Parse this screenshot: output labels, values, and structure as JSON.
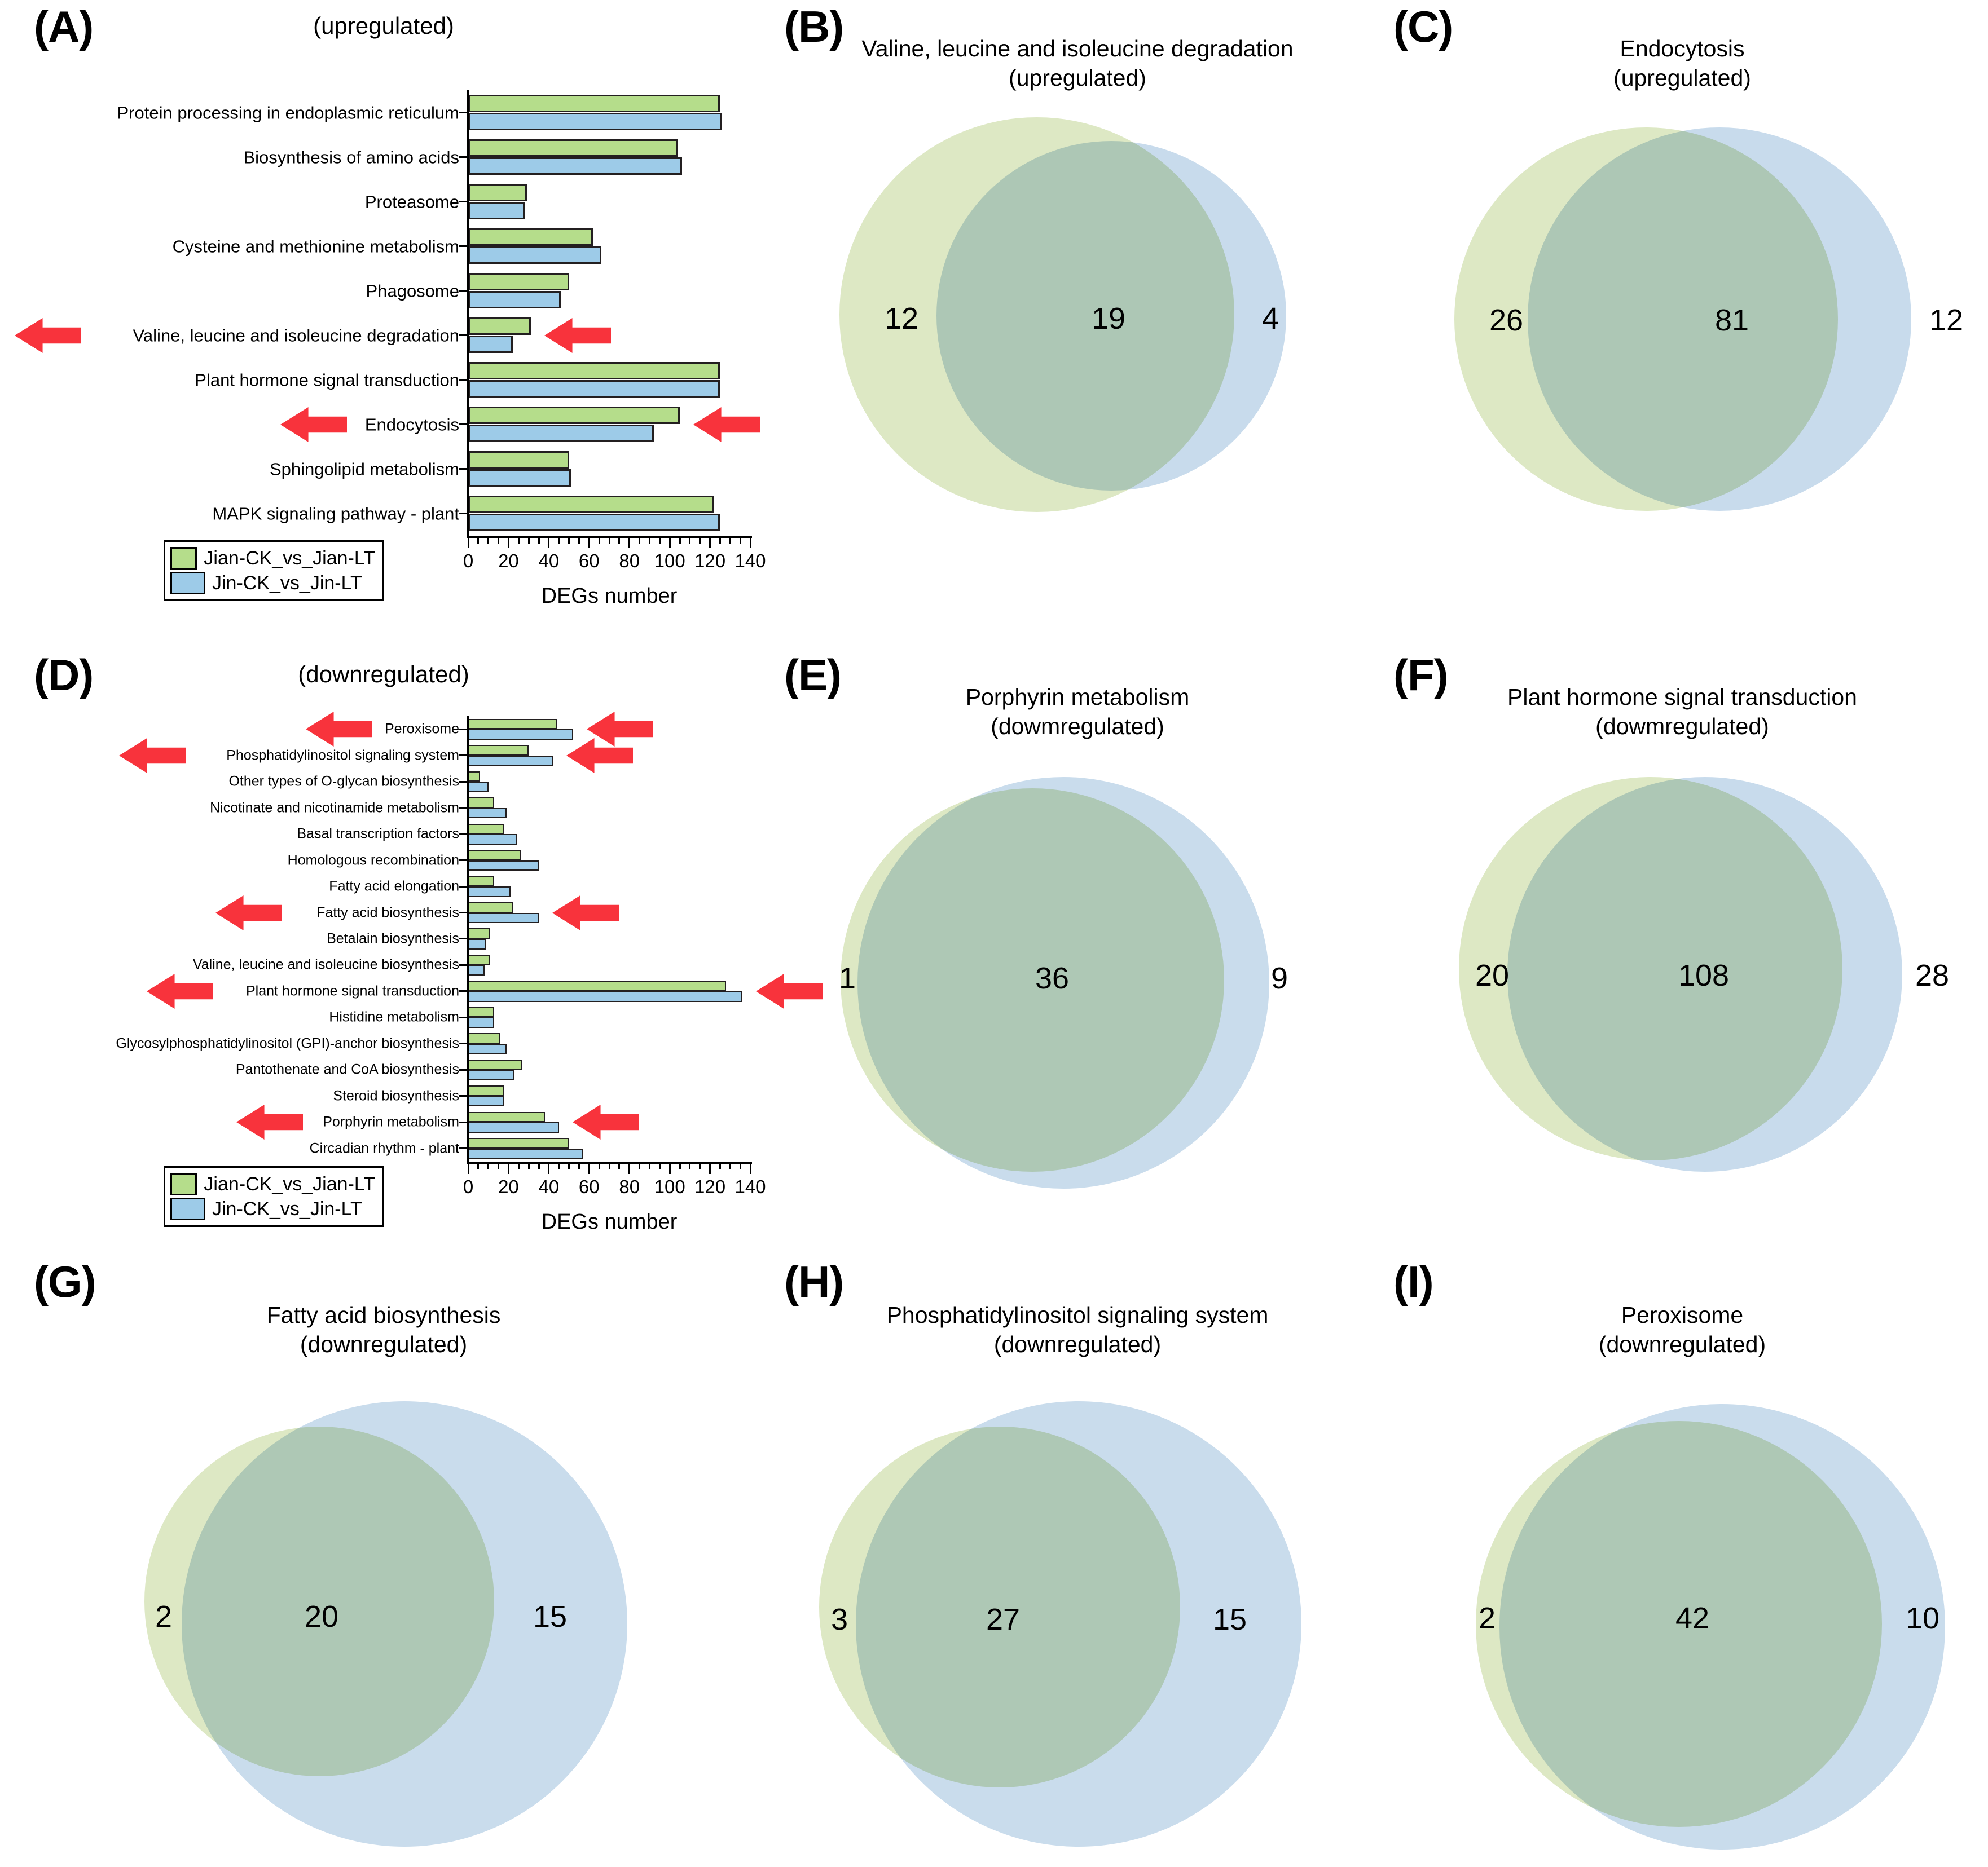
{
  "figure": {
    "series": [
      {
        "key": "jian",
        "label": "Jian-CK_vs_Jian-LT",
        "color": "#b5dd8b"
      },
      {
        "key": "jin",
        "label": "Jin-CK_vs_Jin-LT",
        "color": "#9dcbe8"
      }
    ],
    "arrow_color": "#f8333c",
    "venn_green": "#dde8c4",
    "venn_blue": "#bcd3e8",
    "venn_overlap": "#aecbc9"
  },
  "panels": {
    "A": {
      "letter": "(A)",
      "title": "(upregulated)"
    },
    "B": {
      "letter": "(B)",
      "title_line1": "Valine, leucine and isoleucine degradation",
      "title_line2": "(upregulated)"
    },
    "C": {
      "letter": "(C)",
      "title_line1": "Endocytosis",
      "title_line2": "(upregulated)"
    },
    "D": {
      "letter": "(D)",
      "title": "(downregulated)"
    },
    "E": {
      "letter": "(E)",
      "title_line1": "Porphyrin metabolism",
      "title_line2": "(dowmregulated)"
    },
    "F": {
      "letter": "(F)",
      "title_line1": "Plant hormone signal transduction",
      "title_line2": "(dowmregulated)"
    },
    "G": {
      "letter": "(G)",
      "title_line1": "Fatty acid biosynthesis",
      "title_line2": "(downregulated)"
    },
    "H": {
      "letter": "(H)",
      "title_line1": "Phosphatidylinositol signaling system",
      "title_line2": "(downregulated)"
    },
    "I": {
      "letter": "(I)",
      "title_line1": "Peroxisome",
      "title_line2": "(downregulated)"
    }
  },
  "chart_data": [
    {
      "panel": "A",
      "type": "bar",
      "orientation": "horizontal",
      "title": "(upregulated)",
      "xlabel": "DEGs number",
      "ylabel": "",
      "xlim": [
        0,
        140
      ],
      "xticks": [
        0,
        20,
        40,
        60,
        80,
        100,
        120,
        140
      ],
      "xticklabels": [
        "0",
        "20",
        "40",
        "60",
        "80",
        "100",
        "120",
        "140"
      ],
      "grid": false,
      "legend_position": "bottom-left",
      "categories": [
        "Protein processing in endoplasmic reticulum",
        "Biosynthesis of amino acids",
        "Proteasome",
        "Cysteine and methionine metabolism",
        "Phagosome",
        "Valine, leucine and isoleucine degradation",
        "Plant hormone signal transduction",
        "Endocytosis",
        "Sphingolipid metabolism",
        "MAPK signaling pathway - plant"
      ],
      "series": [
        {
          "name": "Jian-CK_vs_Jian-LT",
          "values": [
            125,
            104,
            29,
            62,
            50,
            31,
            125,
            105,
            50,
            122
          ]
        },
        {
          "name": "Jin-CK_vs_Jin-LT",
          "values": [
            126,
            106,
            28,
            66,
            46,
            22,
            125,
            92,
            51,
            125
          ]
        }
      ],
      "annotated_categories": [
        "Valine, leucine and isoleucine degradation",
        "Endocytosis"
      ]
    },
    {
      "panel": "D",
      "type": "bar",
      "orientation": "horizontal",
      "title": "(downregulated)",
      "xlabel": "DEGs number",
      "ylabel": "",
      "xlim": [
        0,
        140
      ],
      "xticks": [
        0,
        20,
        40,
        60,
        80,
        100,
        120,
        140
      ],
      "xticklabels": [
        "0",
        "20",
        "40",
        "60",
        "80",
        "100",
        "120",
        "140"
      ],
      "grid": false,
      "legend_position": "bottom-left",
      "categories": [
        "Peroxisome",
        "Phosphatidylinositol signaling system",
        "Other types of O-glycan biosynthesis",
        "Nicotinate and nicotinamide metabolism",
        "Basal transcription factors",
        "Homologous recombination",
        "Fatty acid elongation",
        "Fatty acid biosynthesis",
        "Betalain biosynthesis",
        "Valine, leucine and isoleucine biosynthesis",
        "Plant hormone signal transduction",
        "Histidine metabolism",
        "Glycosylphosphatidylinositol (GPI)-anchor biosynthesis",
        "Pantothenate and CoA biosynthesis",
        "Steroid biosynthesis",
        "Porphyrin metabolism",
        "Circadian rhythm - plant"
      ],
      "series": [
        {
          "name": "Jian-CK_vs_Jian-LT",
          "values": [
            44,
            30,
            6,
            13,
            18,
            26,
            13,
            22,
            11,
            11,
            128,
            13,
            16,
            27,
            18,
            38,
            50
          ]
        },
        {
          "name": "Jin-CK_vs_Jin-LT",
          "values": [
            52,
            42,
            10,
            19,
            24,
            35,
            21,
            35,
            9,
            8,
            136,
            13,
            19,
            23,
            18,
            45,
            57
          ]
        }
      ],
      "annotated_categories": [
        "Peroxisome",
        "Phosphatidylinositol signaling system",
        "Fatty acid biosynthesis",
        "Plant hormone signal transduction",
        "Porphyrin metabolism"
      ]
    },
    {
      "panel": "B",
      "type": "venn",
      "title": "Valine, leucine and isoleucine degradation (upregulated)",
      "sets": [
        "Jian-CK_vs_Jian-LT",
        "Jin-CK_vs_Jin-LT"
      ],
      "left_only": 12,
      "intersection": 19,
      "right_only": 4
    },
    {
      "panel": "C",
      "type": "venn",
      "title": "Endocytosis (upregulated)",
      "sets": [
        "Jian-CK_vs_Jian-LT",
        "Jin-CK_vs_Jin-LT"
      ],
      "left_only": 26,
      "intersection": 81,
      "right_only": 12
    },
    {
      "panel": "E",
      "type": "venn",
      "title": "Porphyrin metabolism (dowmregulated)",
      "sets": [
        "Jian-CK_vs_Jian-LT",
        "Jin-CK_vs_Jin-LT"
      ],
      "left_only": 1,
      "intersection": 36,
      "right_only": 9
    },
    {
      "panel": "F",
      "type": "venn",
      "title": "Plant hormone signal transduction (dowmregulated)",
      "sets": [
        "Jian-CK_vs_Jian-LT",
        "Jin-CK_vs_Jin-LT"
      ],
      "left_only": 20,
      "intersection": 108,
      "right_only": 28
    },
    {
      "panel": "G",
      "type": "venn",
      "title": "Fatty acid biosynthesis (downregulated)",
      "sets": [
        "Jian-CK_vs_Jian-LT",
        "Jin-CK_vs_Jin-LT"
      ],
      "left_only": 2,
      "intersection": 20,
      "right_only": 15
    },
    {
      "panel": "H",
      "type": "venn",
      "title": "Phosphatidylinositol signaling system (downregulated)",
      "sets": [
        "Jian-CK_vs_Jian-LT",
        "Jin-CK_vs_Jin-LT"
      ],
      "left_only": 3,
      "intersection": 27,
      "right_only": 15
    },
    {
      "panel": "I",
      "type": "venn",
      "title": "Peroxisome (downregulated)",
      "sets": [
        "Jian-CK_vs_Jian-LT",
        "Jin-CK_vs_Jin-LT"
      ],
      "left_only": 2,
      "intersection": 42,
      "right_only": 10
    }
  ]
}
